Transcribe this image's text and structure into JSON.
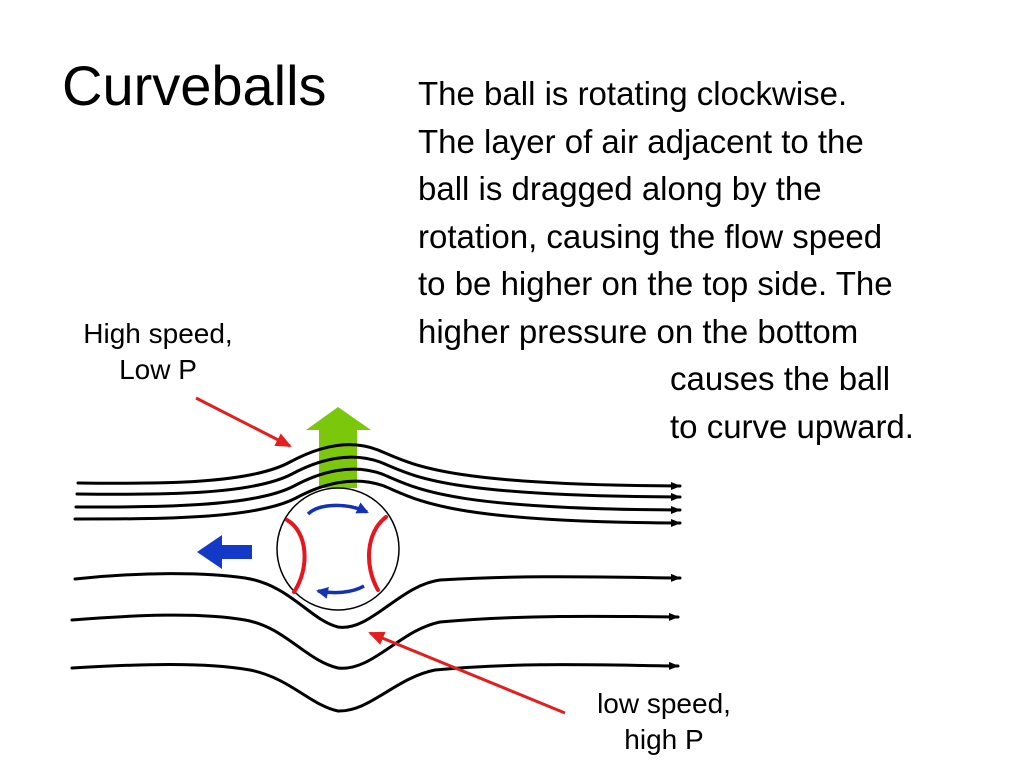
{
  "title": "Curveballs",
  "description": {
    "lines": [
      "The ball is rotating clockwise.",
      "The layer of air adjacent to the",
      "ball is dragged along by the",
      "rotation, causing the flow speed",
      "to be higher on the top side. The",
      "higher pressure on the bottom",
      "causes the ball",
      "to curve upward."
    ]
  },
  "labels": {
    "top": {
      "line1": "High speed,",
      "line2": "Low P"
    },
    "bottom": {
      "line1": "low speed,",
      "line2": "high P"
    }
  },
  "colors": {
    "streamline": "#000000",
    "pointer_arrow": "#e21e1e",
    "lift_arrow": "#7ac70c",
    "motion_arrow": "#1438c8",
    "spin_arrows": "#1432b4",
    "seams": "#e8141e"
  },
  "icons": {
    "lift": "arrow-up-icon",
    "motion": "arrow-left-icon",
    "spin": "clockwise-rotation-icon"
  }
}
